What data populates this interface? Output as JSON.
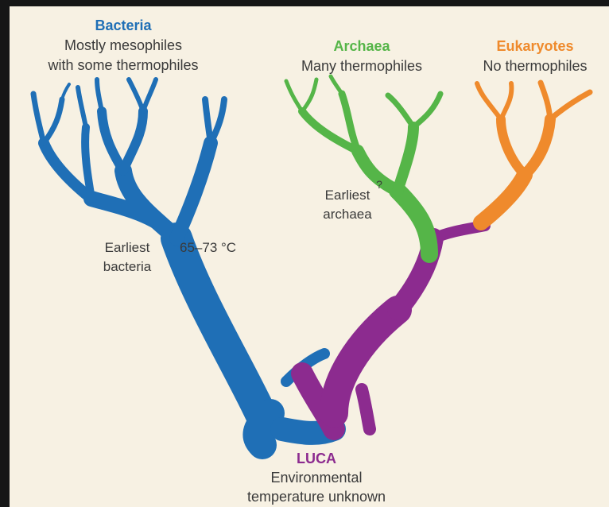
{
  "colors": {
    "bacteria": "#1f6fb6",
    "archaea": "#55b548",
    "eukaryotes": "#ef8a2c",
    "luca": "#8c2b8f",
    "panel": "#f7f1e3",
    "frame": "#161616"
  },
  "bacteria": {
    "title": "Bacteria",
    "line1": "Mostly mesophiles",
    "line2": "with some thermophiles"
  },
  "archaea": {
    "title": "Archaea",
    "line1": "Many thermophiles"
  },
  "eukaryotes": {
    "title": "Eukaryotes",
    "line1": "No thermophiles"
  },
  "earliest_bacteria": {
    "line1": "Earliest",
    "line2": "bacteria"
  },
  "earliest_archaea": {
    "line1": "Earliest",
    "line2": "archaea"
  },
  "temperature_note": "65–73 °C",
  "question_mark": "?",
  "luca": {
    "title": "LUCA",
    "line1": "Environmental",
    "line2": "temperature unknown"
  }
}
